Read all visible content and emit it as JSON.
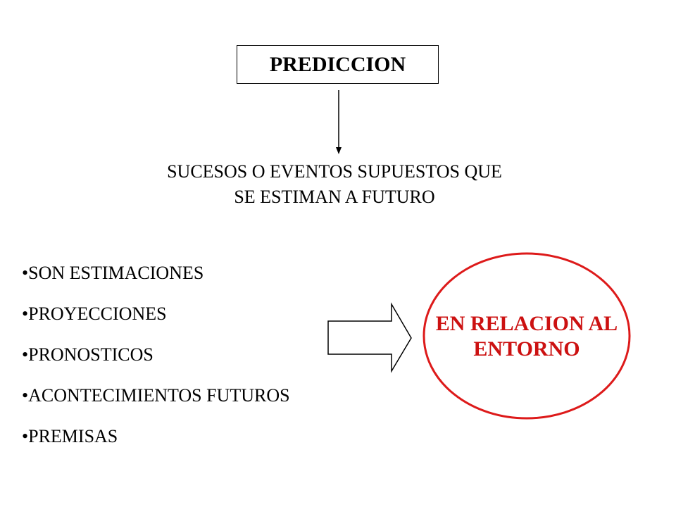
{
  "diagram": {
    "title": "PREDICCION",
    "definition_line1": "SUCESOS O EVENTOS SUPUESTOS QUE",
    "definition_line2": "SE ESTIMAN A FUTURO",
    "bullets": [
      "•SON ESTIMACIONES",
      "•PROYECCIONES",
      "•PRONOSTICOS",
      "•ACONTECIMIENTOS FUTUROS",
      "•PREMISAS"
    ],
    "ellipse_line1": "EN RELACION AL",
    "ellipse_line2": "ENTORNO",
    "colors": {
      "ellipse_stroke": "#dd1a1a",
      "ellipse_text": "#cc1111",
      "text": "#000000"
    }
  }
}
